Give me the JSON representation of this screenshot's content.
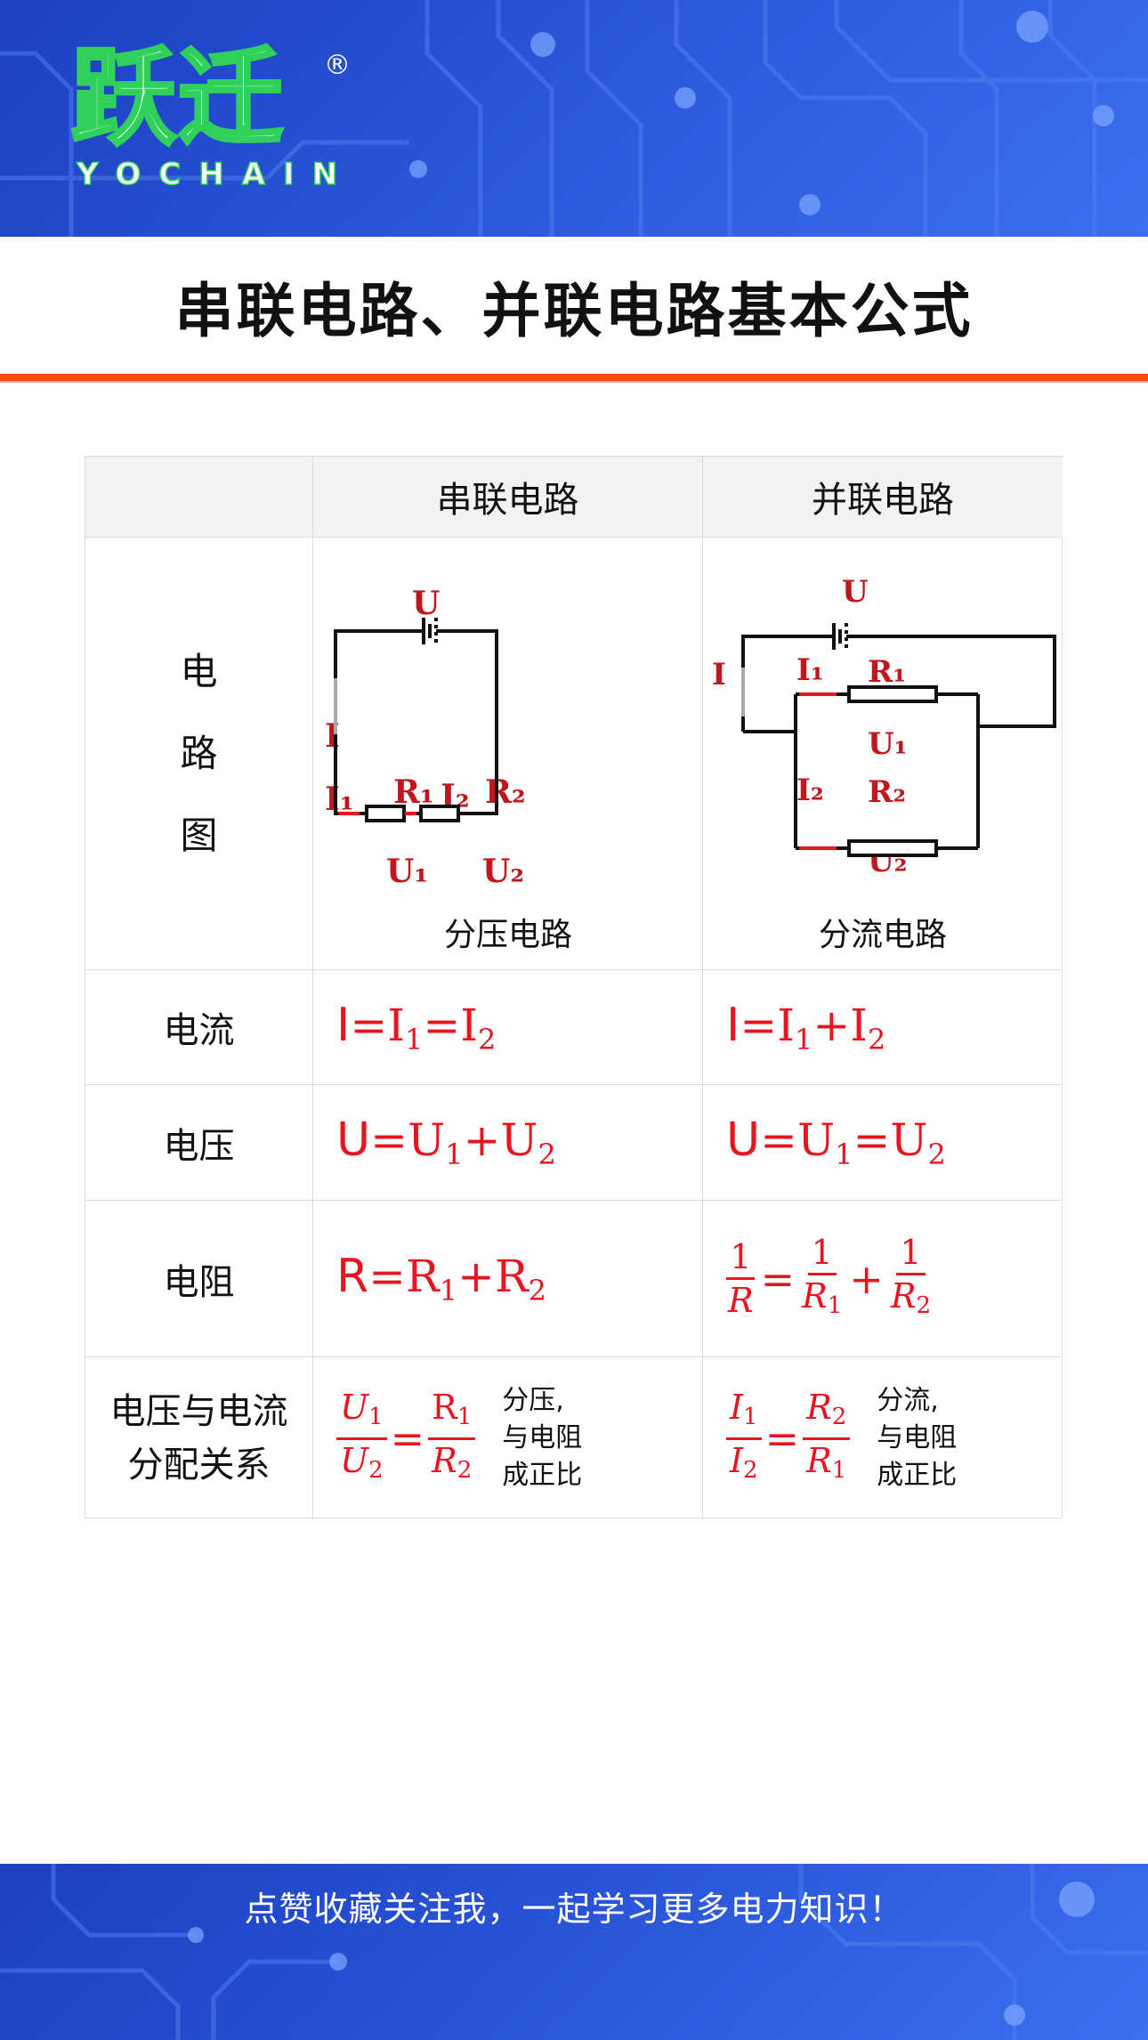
{
  "brand": {
    "name": "跃迁",
    "registered": "®",
    "sub": "YOCHAIN"
  },
  "title": "串联电路、并联电路基本公式",
  "table": {
    "col_series": "串联电路",
    "col_parallel": "并联电路",
    "rows": {
      "diagram": {
        "label_chars": [
          "电",
          "路",
          "图"
        ],
        "series_caption": "分压电路",
        "parallel_caption": "分流电路"
      },
      "current": {
        "label": "电流"
      },
      "voltage": {
        "label": "电压"
      },
      "resistance": {
        "label": "电阻"
      },
      "distribution": {
        "label_line1": "电压与电流",
        "label_line2": "分配关系",
        "series_note": [
          "分压,",
          "与电阻",
          "成正比"
        ],
        "parallel_note": [
          "分流,",
          "与电阻",
          "成正比"
        ]
      }
    }
  },
  "diagram_labels": {
    "U": "U",
    "I": "I",
    "I1": "I₁",
    "I2": "I₂",
    "R1": "R₁",
    "R2": "R₂",
    "U1": "U₁",
    "U2": "U₂"
  },
  "footer": "点赞收藏关注我，一起学习更多电力知识！",
  "colors": {
    "formula": "#e8141e",
    "accent_rule": "#ff4a0a",
    "banner": "#2a55d9",
    "logo_green": "#2fd15a"
  }
}
